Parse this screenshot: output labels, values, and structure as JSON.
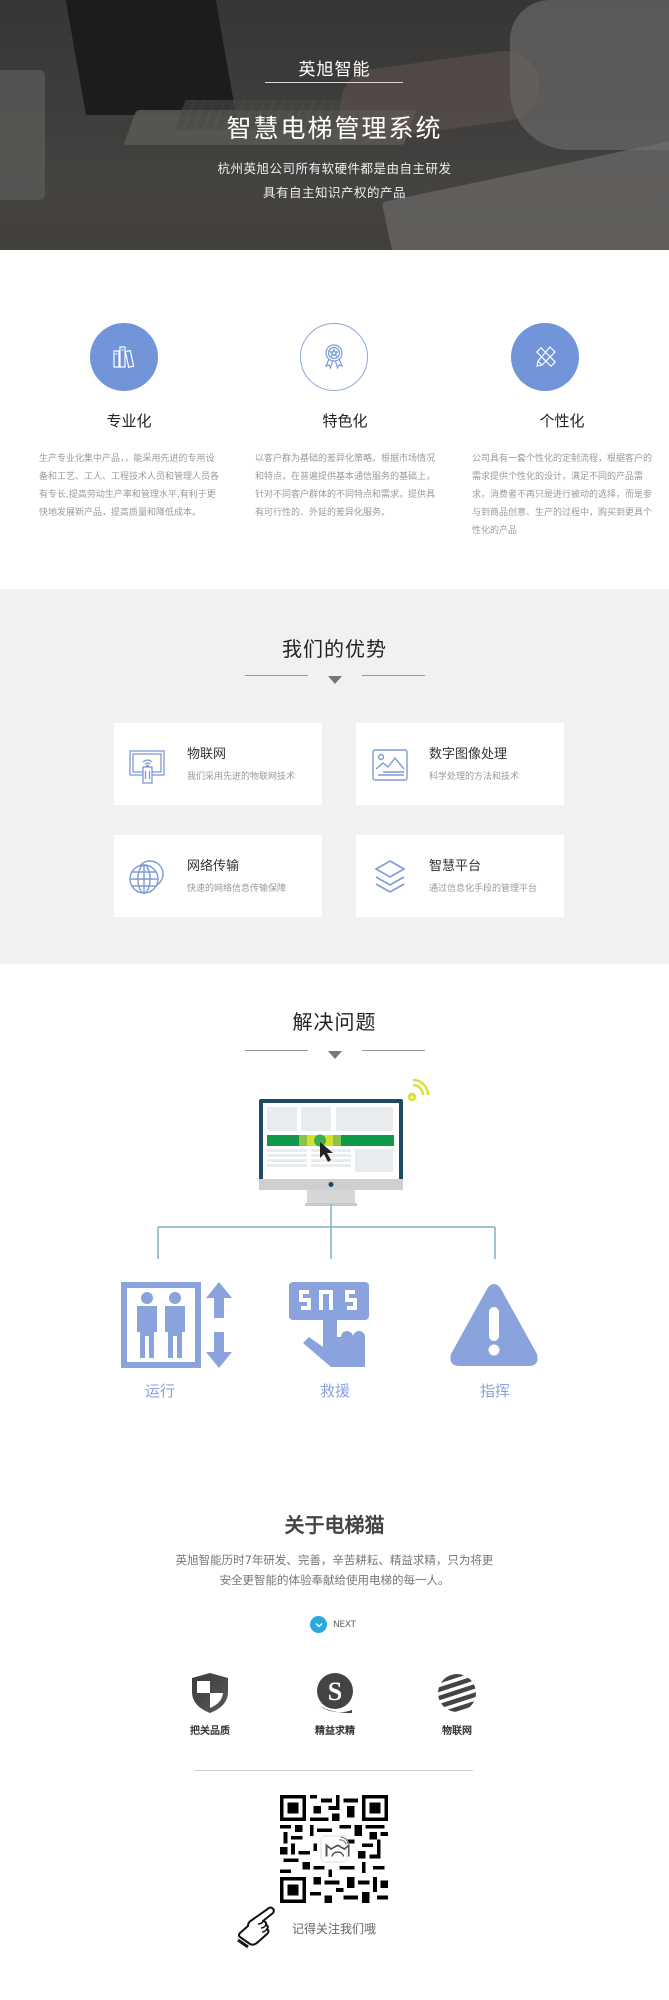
{
  "hero": {
    "brand": "英旭智能",
    "title": "智慧电梯管理系统",
    "subtitle_line1": "杭州英旭公司所有软硬件都是由自主研发",
    "subtitle_line2": "具有自主知识产权的产品"
  },
  "features": [
    {
      "icon": "books-icon",
      "title": "专业化",
      "description": "生产专业化集中产品，，能采用先进的专用设备和工艺、工人、工程技术人员和管理人员各有专长,提高劳动生产率和管理水平,有利于更快地发展新产品，提高质量和降低成本。"
    },
    {
      "icon": "award-medal-icon",
      "title": "特色化",
      "description": "以客户群为基础的差异化策略。根据市场情况和特点，在普遍提供基本通信服务的基础上，针对不同客户群体的不同特点和需求，提供具有可行性的、外延的差异化服务。"
    },
    {
      "icon": "pencil-ruler-icon",
      "title": "个性化",
      "description": "公司具有一套个性化的定制流程，根据客户的需求提供个性化的设计，满足不同的产品需求，消费者不再只是进行被动的选择，而是参与到商品创意、生产的过程中，购买到更具个性化的产品"
    }
  ],
  "advantages": {
    "title": "我们的优势",
    "items": [
      {
        "icon": "iot-remote-icon",
        "title": "物联网",
        "description": "我们采用先进的物联网技术"
      },
      {
        "icon": "image-processing-icon",
        "title": "数字图像处理",
        "description": "科学处理的方法和技术"
      },
      {
        "icon": "globe-network-icon",
        "title": "网络传输",
        "description": "快速的网络信息传输保障"
      },
      {
        "icon": "layers-platform-icon",
        "title": "智慧平台",
        "description": "通过信息化手段的管理平台"
      }
    ]
  },
  "solve": {
    "title": "解决问题",
    "nodes": [
      {
        "icon": "elevator-icon",
        "label": "运行"
      },
      {
        "icon": "sos-hand-icon",
        "label": "救援"
      },
      {
        "icon": "warning-triangle-icon",
        "label": "指挥"
      }
    ],
    "colors": {
      "accent": "#8aa3dc",
      "connector": "#7fb0c2",
      "monitor_frame": "#1f4a66",
      "bar_green": "#0f9a49",
      "wifi": "#d8e03a"
    }
  },
  "about": {
    "title": "关于电梯猫",
    "desc_line1": "英旭智能历时7年研发、完善，辛苦耕耘、精益求精，只为将更",
    "desc_line2": "安全更智能的体验奉献给使用电梯的每一人。",
    "next_label": "NEXT",
    "badges": [
      {
        "icon": "shield-icon",
        "label": "把关品质"
      },
      {
        "icon": "s-quality-icon",
        "label": "精益求精"
      },
      {
        "icon": "striped-globe-icon",
        "label": "物联网"
      }
    ],
    "follow_text": "记得关注我们哦"
  },
  "colors": {
    "feature_circle": "#7195d8",
    "section_gray": "#f1f1f1",
    "next_blue": "#29a9e0"
  }
}
